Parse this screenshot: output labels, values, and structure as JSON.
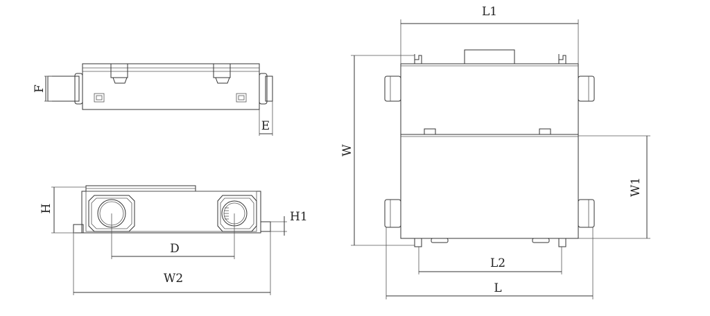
{
  "views": {
    "top": {
      "dim_f": "F",
      "dim_e": "E"
    },
    "front": {
      "dim_h": "H",
      "dim_h1": "H1",
      "dim_d": "D",
      "dim_w2": "W2"
    },
    "plan": {
      "dim_l1": "L1",
      "dim_w": "W",
      "dim_w1": "W1",
      "dim_l2": "L2",
      "dim_l": "L"
    }
  }
}
